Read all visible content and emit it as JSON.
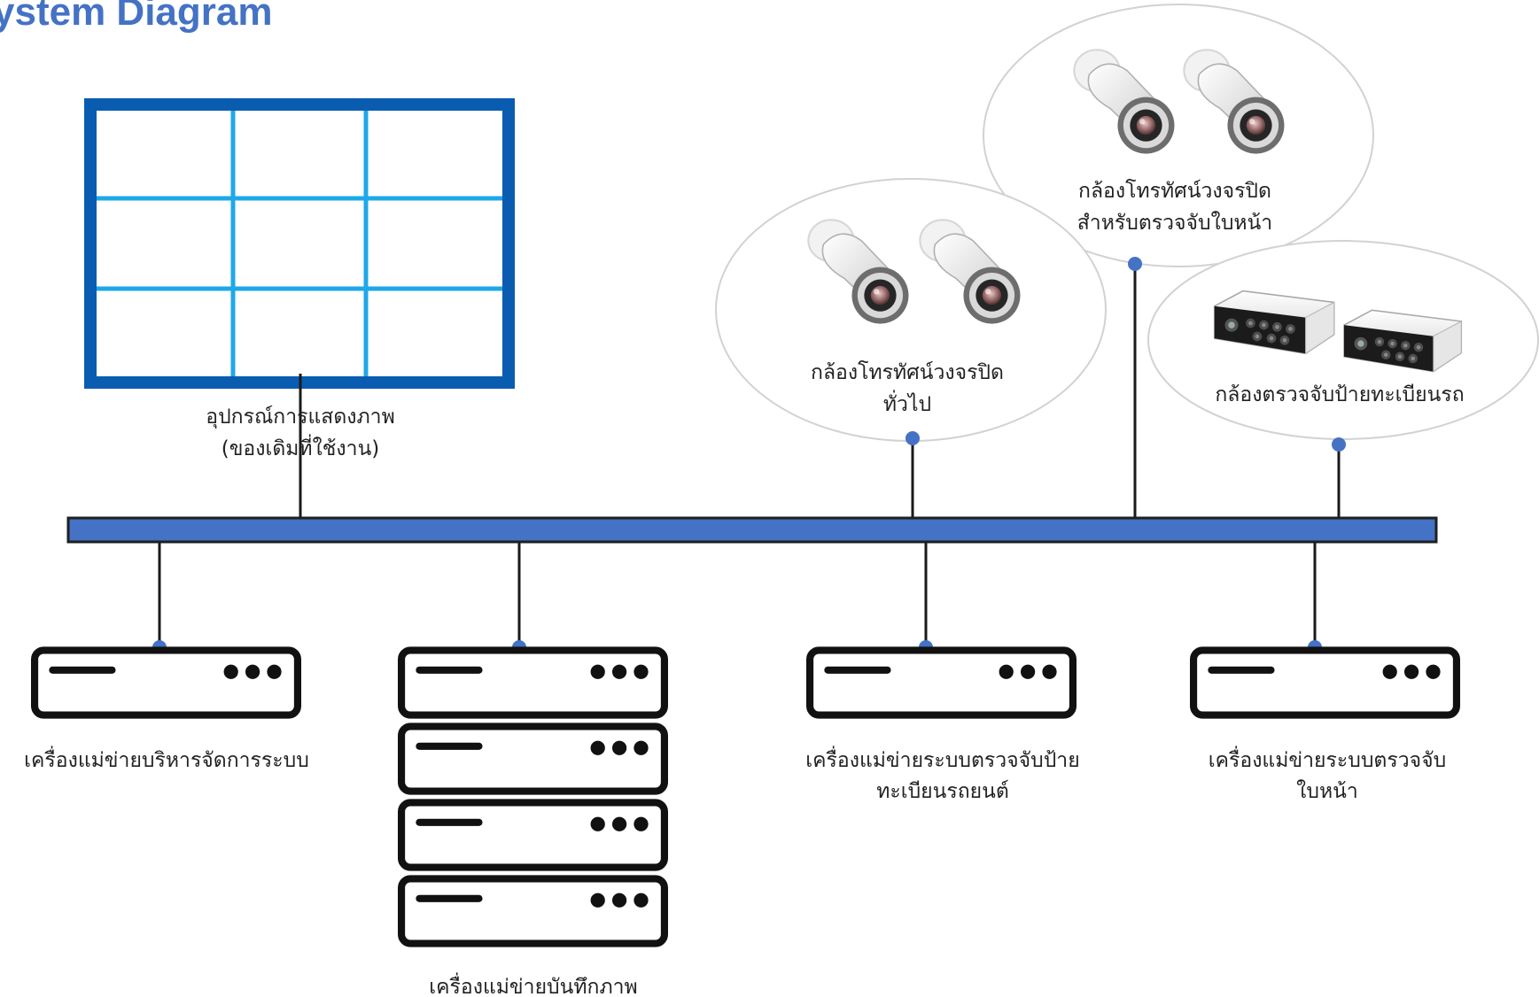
{
  "title": "ystem Diagram",
  "colors": {
    "title": "#4472c4",
    "bus": "#4472c4",
    "bus_border": "#1f1f1f",
    "monitor_frame": "#0a5cb0",
    "monitor_grid": "#1fa8e8",
    "node_dot": "#4472c4",
    "bubble_border": "#d2d2d2"
  },
  "display": {
    "icon": "video-wall-icon",
    "label_line1": "อุปกรณ์การแสดงภาพ",
    "label_line2": "(ของเดิมที่ใช้งาน)"
  },
  "cameras": [
    {
      "icon": "cctv-camera-icon",
      "label_line1": "กล้องโทรทัศน์วงจรปิด",
      "label_line2": "ทั่วไป"
    },
    {
      "icon": "cctv-camera-icon",
      "label_line1": "กล้องโทรทัศน์วงจรปิด",
      "label_line2": "สำหรับตรวจจับใบหน้า"
    },
    {
      "icon": "lpr-camera-icon",
      "label_line1": "กล้องตรวจจับป้ายทะเบียนรถ",
      "label_line2": ""
    }
  ],
  "servers": [
    {
      "icon": "server-icon",
      "label_line1": "เครื่องแม่ข่ายบริหารจัดการระบบ",
      "label_line2": ""
    },
    {
      "icon": "server-stack-icon",
      "label_line1": "",
      "label_line2": "เครื่องแม่ข่ายบันทึกภาพ"
    },
    {
      "icon": "server-icon",
      "label_line1": "เครื่องแม่ข่ายระบบตรวจจับป้าย",
      "label_line2": "ทะเบียนรถยนต์"
    },
    {
      "icon": "server-icon",
      "label_line1": "เครื่องแม่ข่ายระบบตรวจจับ",
      "label_line2": "ใบหน้า"
    }
  ]
}
